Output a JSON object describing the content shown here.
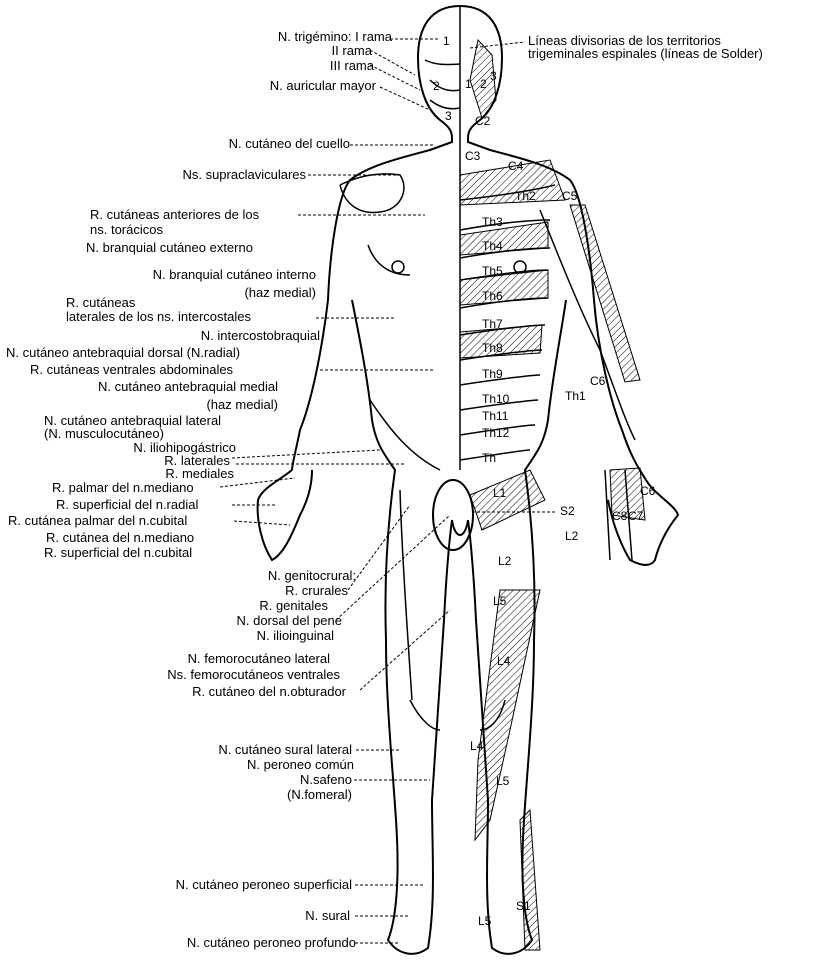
{
  "left_labels": [
    {
      "id": "trigemino1",
      "text": "N. trigémino: I rama"
    },
    {
      "id": "trigemino2",
      "text": "II rama"
    },
    {
      "id": "trigemino3",
      "text": "III rama"
    },
    {
      "id": "auricular",
      "text": "N. auricular mayor"
    },
    {
      "id": "cuello",
      "text": "N. cutáneo del cuello"
    },
    {
      "id": "supraclav",
      "text": "Ns. supraclaviculares"
    },
    {
      "id": "rcut_ant1",
      "text": "R. cutáneas anteriores de los"
    },
    {
      "id": "rcut_ant2",
      "text": "ns. torácicos"
    },
    {
      "id": "branq_ext",
      "text": "N. branquial cutáneo externo"
    },
    {
      "id": "branq_int1",
      "text": "N. branquial cutáneo interno"
    },
    {
      "id": "branq_int2",
      "text": "(haz medial)"
    },
    {
      "id": "rcut_lat1",
      "text": "R. cutáneas"
    },
    {
      "id": "rcut_lat2",
      "text": "laterales de los ns. intercostales"
    },
    {
      "id": "intercosto",
      "text": "N. intercostobraquial"
    },
    {
      "id": "antebr_dorsal",
      "text": "N. cutáneo antebraquial dorsal (N.radial)"
    },
    {
      "id": "ventrales_abd",
      "text": "R. cutáneas ventrales abdominales"
    },
    {
      "id": "antebr_medial1",
      "text": "N. cutáneo antebraquial medial"
    },
    {
      "id": "antebr_medial2",
      "text": "(haz medial)"
    },
    {
      "id": "antebr_lateral1",
      "text": "N. cutáneo antebraquial lateral"
    },
    {
      "id": "antebr_lateral2",
      "text": "(N. musculocutáneo)"
    },
    {
      "id": "iliohipo",
      "text": "N. iliohipogástrico"
    },
    {
      "id": "r_laterales",
      "text": "R. laterales"
    },
    {
      "id": "r_mediales",
      "text": "R. mediales"
    },
    {
      "id": "palmar_mediano",
      "text": "R. palmar del n.mediano"
    },
    {
      "id": "superf_radial",
      "text": "R. superficial del n.radial"
    },
    {
      "id": "palmar_cubital",
      "text": "R. cutánea palmar del n.cubital"
    },
    {
      "id": "cutanea_mediano",
      "text": "R. cutánea del n.mediano"
    },
    {
      "id": "superf_cubital",
      "text": "R. superficial del n.cubital"
    },
    {
      "id": "genitocrural",
      "text": "N. genitocrural:"
    },
    {
      "id": "crurales",
      "text": "R. crurales"
    },
    {
      "id": "genitales",
      "text": "R. genitales"
    },
    {
      "id": "dorsal_pene",
      "text": "N. dorsal del pene"
    },
    {
      "id": "ilioinguinal",
      "text": "N. ilioinguinal"
    },
    {
      "id": "femoro_lat",
      "text": "N. femorocutáneo lateral"
    },
    {
      "id": "femoro_vent",
      "text": "Ns. femorocutáneos ventrales"
    },
    {
      "id": "obturador",
      "text": "R. cutáneo del n.obturador"
    },
    {
      "id": "sural_lat",
      "text": "N. cutáneo sural lateral"
    },
    {
      "id": "peroneo_comun",
      "text": "N. peroneo común"
    },
    {
      "id": "safeno1",
      "text": "N.safeno"
    },
    {
      "id": "safeno2",
      "text": "(N.fomeral)"
    },
    {
      "id": "peroneo_superf",
      "text": "N. cutáneo peroneo superficial"
    },
    {
      "id": "sural",
      "text": "N. sural"
    },
    {
      "id": "peroneo_prof",
      "text": "N. cutáneo peroneo profundo"
    }
  ],
  "right_labels": [
    {
      "id": "solder1",
      "text": "Líneas divisorias de los territorios"
    },
    {
      "id": "solder2",
      "text": "trigeminales espinales (líneas de Solder)"
    }
  ],
  "zone_labels": [
    {
      "id": "f1",
      "text": "1"
    },
    {
      "id": "f2",
      "text": "2"
    },
    {
      "id": "f3",
      "text": "3"
    },
    {
      "id": "fc1",
      "text": "1"
    },
    {
      "id": "fc2",
      "text": "2"
    },
    {
      "id": "fc3",
      "text": "3"
    },
    {
      "id": "c2",
      "text": "C2"
    },
    {
      "id": "c3",
      "text": "C3"
    },
    {
      "id": "c4",
      "text": "C4"
    },
    {
      "id": "c5",
      "text": "C5"
    },
    {
      "id": "c6",
      "text": "C6"
    },
    {
      "id": "c7",
      "text": "C7"
    },
    {
      "id": "c8",
      "text": "C8"
    },
    {
      "id": "c6h",
      "text": "C6"
    },
    {
      "id": "th1",
      "text": "Th1"
    },
    {
      "id": "th2",
      "text": "Th2"
    },
    {
      "id": "th3",
      "text": "Th3"
    },
    {
      "id": "th4",
      "text": "Th4"
    },
    {
      "id": "th5",
      "text": "Th5"
    },
    {
      "id": "th6",
      "text": "Th6"
    },
    {
      "id": "th7",
      "text": "Th7"
    },
    {
      "id": "th8",
      "text": "Th8"
    },
    {
      "id": "th9",
      "text": "Th9"
    },
    {
      "id": "th10",
      "text": "Th10"
    },
    {
      "id": "th11",
      "text": "Th11"
    },
    {
      "id": "th12",
      "text": "Th12"
    },
    {
      "id": "th_low",
      "text": "Th"
    },
    {
      "id": "l1",
      "text": "L1"
    },
    {
      "id": "l2",
      "text": "L2"
    },
    {
      "id": "l2b",
      "text": "L2"
    },
    {
      "id": "s2",
      "text": "S2"
    },
    {
      "id": "l4",
      "text": "L4"
    },
    {
      "id": "l4b",
      "text": "L4"
    },
    {
      "id": "l5",
      "text": "L5"
    },
    {
      "id": "l5b",
      "text": "L5"
    },
    {
      "id": "l5c",
      "text": "L5"
    },
    {
      "id": "s1",
      "text": "S1"
    }
  ],
  "colors": {
    "ink": "#000000",
    "paper": "#ffffff"
  }
}
